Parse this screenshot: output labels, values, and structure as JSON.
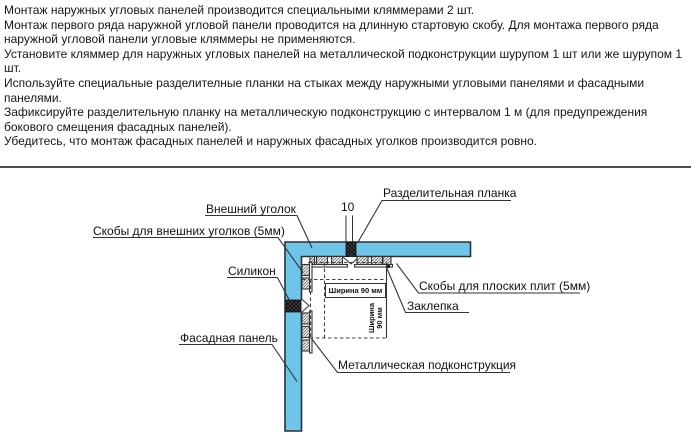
{
  "instructions": {
    "lines": [
      "Монтаж наружных угловых панелей производится специальными кляммерами 2 шт.",
      "Монтаж первого ряда наружной угловой панели проводится на длинную стартовую скобу. Для монтажа первого ряда",
      "наружной угловой панели угловые кляммеры не применяются.",
      "Установите кляммер для наружных угловых панелей на металлической подконструкции шурупом 1 шт или же шурупом 1",
      "шт.",
      "Используйте специальные разделителные планки на стыках между наружными угловыми панелями и фасадными",
      "панелями.",
      "Зафиксируйте разделительную планку на металлическую подконструкцию с интервалом 1 м (для предупреждения",
      "бокового смещения фасадных панелей).",
      "Убедитесь, что монтаж фасадных панелей и наружных фасадных уголков производится ровно."
    ]
  },
  "diagram": {
    "labels": {
      "outer_corner": "Внешний уголок",
      "outer_corner_clips": "Скобы для внешних уголков (5мм)",
      "silicone": "Силикон",
      "facade_panel": "Фасадная панель",
      "divider_strip": "Разделительная планка",
      "flat_plate_clips": "Скобы для плоских плит (5мм)",
      "rivet": "Заклепка",
      "metal_substructure": "Металлическая подконструкция",
      "gap_dimension": "10",
      "width_box": "Ширина 90 мм",
      "width_rot_line1": "Ширина",
      "width_rot_line2": "90 мм"
    }
  },
  "colors": {
    "panel_fill": "#6fc5e8",
    "panel_stroke": "#263238",
    "line": "#333333",
    "separator": "#4d4d4d"
  }
}
